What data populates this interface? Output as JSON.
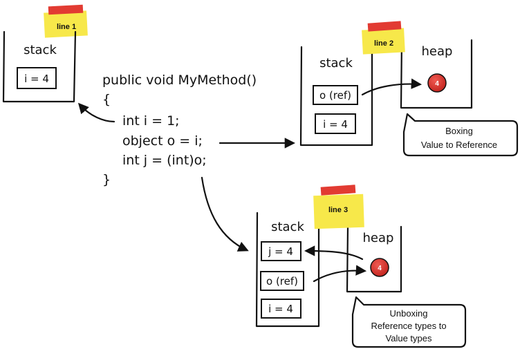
{
  "code": {
    "signature": "public void MyMethod()",
    "open_brace": "{",
    "line1": "int i = 1;",
    "line2": "object o = i;",
    "line3": "int j = (int)o;",
    "close_brace": "}"
  },
  "frame1": {
    "note": "line 1",
    "stack_label": "stack",
    "cells": [
      "i = 4"
    ]
  },
  "frame2": {
    "note": "line 2",
    "stack_label": "stack",
    "heap_label": "heap",
    "cells": [
      "o (ref)",
      "i = 4"
    ],
    "heap_value": "4",
    "callout_line1": "Boxing",
    "callout_line2": "Value to Reference"
  },
  "frame3": {
    "note": "line 3",
    "stack_label": "stack",
    "heap_label": "heap",
    "cells": [
      "j = 4",
      "o (ref)",
      "i = 4"
    ],
    "heap_value": "4",
    "callout_line1": "Unboxing",
    "callout_line2": "Reference types to",
    "callout_line3": "Value types"
  },
  "colors": {
    "note_yellow": "#f7e84a",
    "tape_red": "#e23b32",
    "heap_ball": "#d8322c"
  }
}
